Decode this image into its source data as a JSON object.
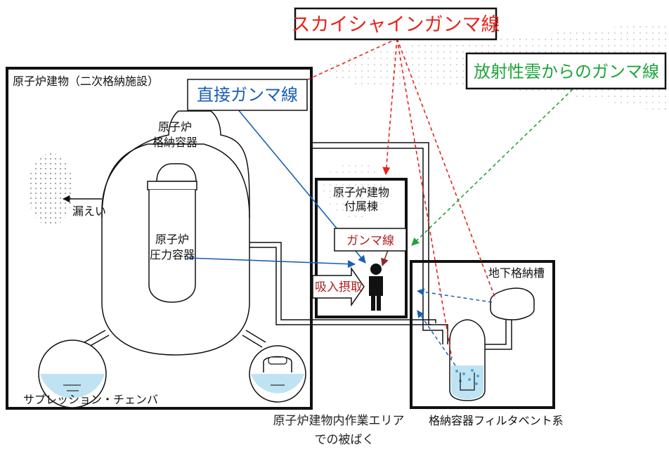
{
  "labels": {
    "skyshine": "スカイシャインガンマ線",
    "cloud_gamma": "放射性雲からのガンマ線",
    "direct_gamma": "直接ガンマ線",
    "reactor_building": "原子炉建物（二次格納施設）",
    "containment_l1": "原子炉",
    "containment_l2": "格納容器",
    "pressure_vessel_l1": "原子炉",
    "pressure_vessel_l2": "圧力容器",
    "leak": "漏えい",
    "annex_l1": "原子炉建物",
    "annex_l2": "付属棟",
    "gamma_ray": "ガンマ線",
    "inhalation": "吸入摂取",
    "underground_tank": "地下格納槽",
    "suppression_chamber": "サプレッション・チェンバ",
    "filter_vent": "格納容器フィルタベント系",
    "caption_l1": "原子炉建物内作業エリア",
    "caption_l2": "での被ばく"
  },
  "colors": {
    "skyshine": "#e8231b",
    "cloud": "#1fa43a",
    "direct": "#1a5fb4",
    "internal": "#8b2a2a",
    "water": "#bfe3f3",
    "outline": "#111111"
  }
}
